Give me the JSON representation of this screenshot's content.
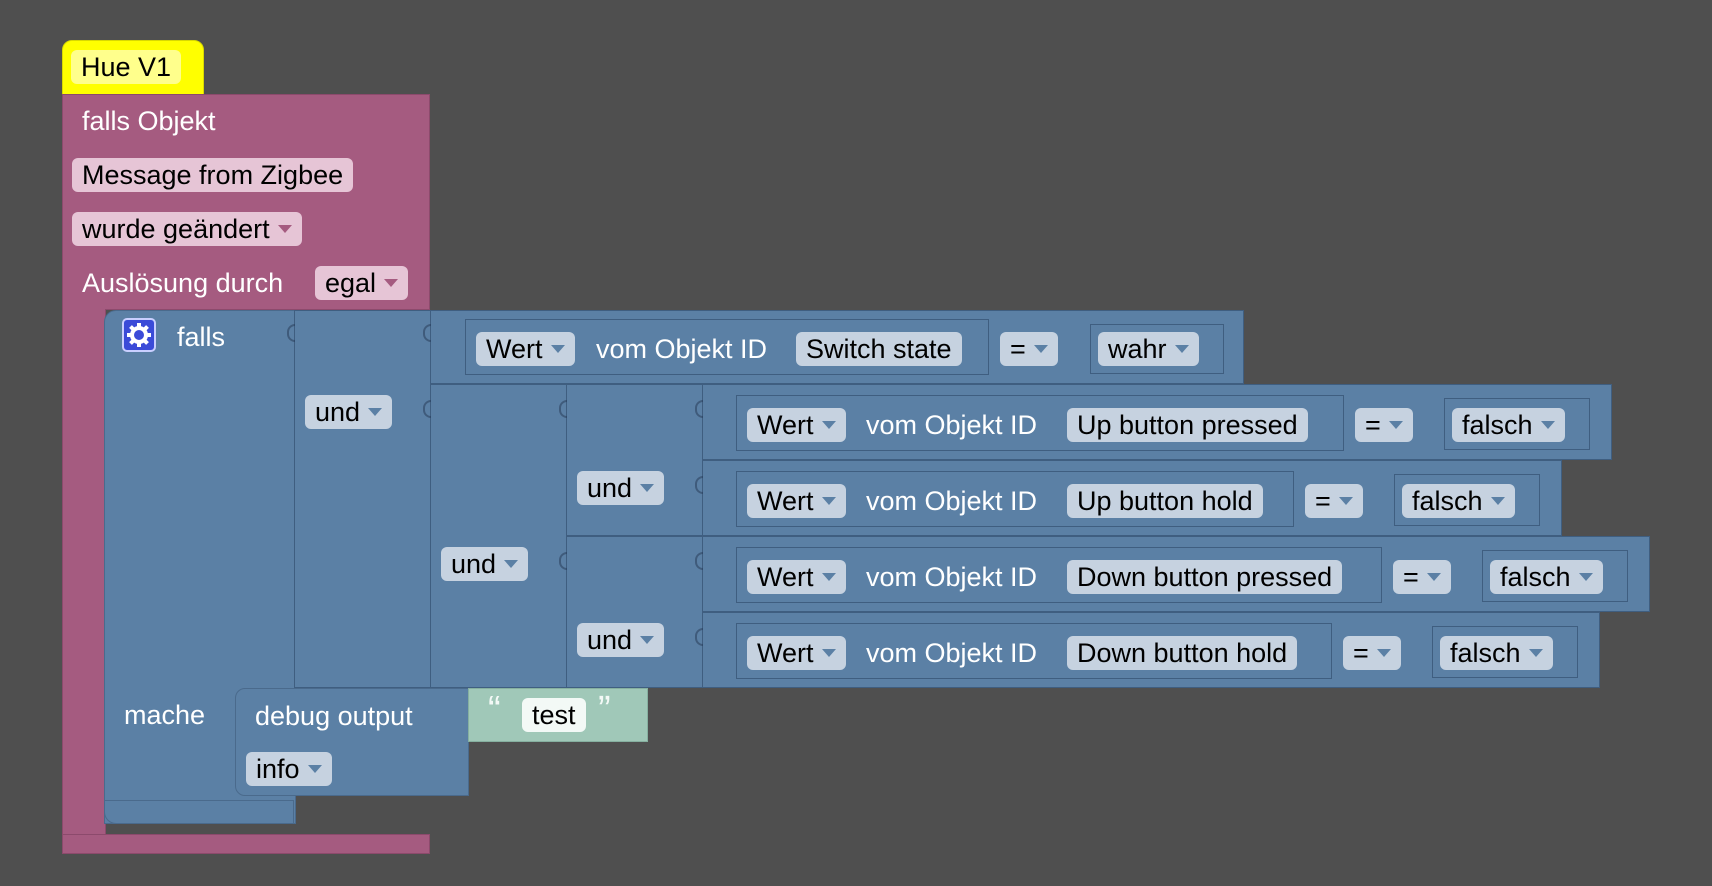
{
  "colors": {
    "workspace": "#4f4f4f",
    "event_block": "#a55b80",
    "logic_block": "#5b80a5",
    "text_block": "#a0c8b8",
    "hat": "#ffff00"
  },
  "hat": {
    "label": "Hue V1"
  },
  "trigger": {
    "title": "falls Objekt",
    "object_name": "Message from Zigbee",
    "change_mode": "wurde geändert",
    "trigger_label": "Auslösung durch",
    "trigger_value": "egal"
  },
  "if_block": {
    "if_label": "falls",
    "do_label": "mache",
    "and_ops": [
      "und",
      "und",
      "und",
      "und"
    ],
    "conditions": [
      {
        "field": "Wert",
        "label": "vom Objekt ID",
        "object": "Switch state",
        "op": "=",
        "value": "wahr"
      },
      {
        "field": "Wert",
        "label": "vom Objekt ID",
        "object": "Up button pressed",
        "op": "=",
        "value": "falsch"
      },
      {
        "field": "Wert",
        "label": "vom Objekt ID",
        "object": "Up button hold",
        "op": "=",
        "value": "falsch"
      },
      {
        "field": "Wert",
        "label": "vom Objekt ID",
        "object": "Down button pressed",
        "op": "=",
        "value": "falsch"
      },
      {
        "field": "Wert",
        "label": "vom Objekt ID",
        "object": "Down button hold",
        "op": "=",
        "value": "falsch"
      }
    ]
  },
  "debug": {
    "label": "debug output",
    "level": "info",
    "text_value": "test",
    "quote_open": "“",
    "quote_close": "”"
  },
  "icons": {
    "settings": "gear-icon",
    "dropdown": "chevron-down-icon"
  }
}
